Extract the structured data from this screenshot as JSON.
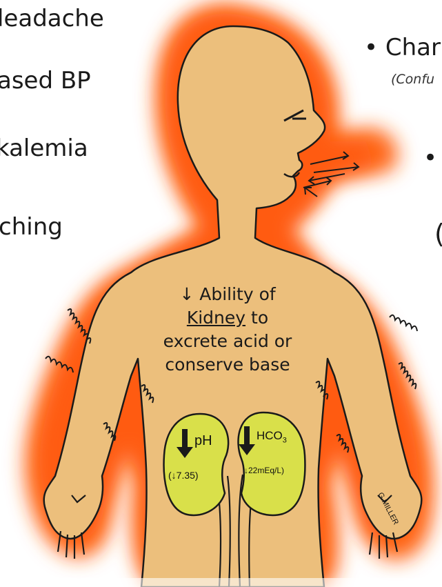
{
  "left_list": {
    "item1": "leadache",
    "item2": "ased BP",
    "item3": "kalemia",
    "item4": "ching"
  },
  "right_list": {
    "bullet1": "Char",
    "bullet1_sub": "(Confu",
    "bullet2": ""
  },
  "body_text": {
    "line1_arrow": "↓",
    "line1": "Ability of",
    "line2": "Kidney",
    "line2_rest": "to",
    "line3": "excrete acid or",
    "line4": "conserve base"
  },
  "kidney_left": {
    "label": "pH",
    "value": "(↓7.35)"
  },
  "kidney_right": {
    "label": "HCO",
    "label_sub": "3",
    "value": "↓22mEq/L)"
  },
  "signature": "G.MILLER",
  "colors": {
    "glow": "#ff6a1a",
    "skin": "#ecbf7c",
    "kidney": "#d9e04a",
    "outline": "#1a1a1a"
  }
}
